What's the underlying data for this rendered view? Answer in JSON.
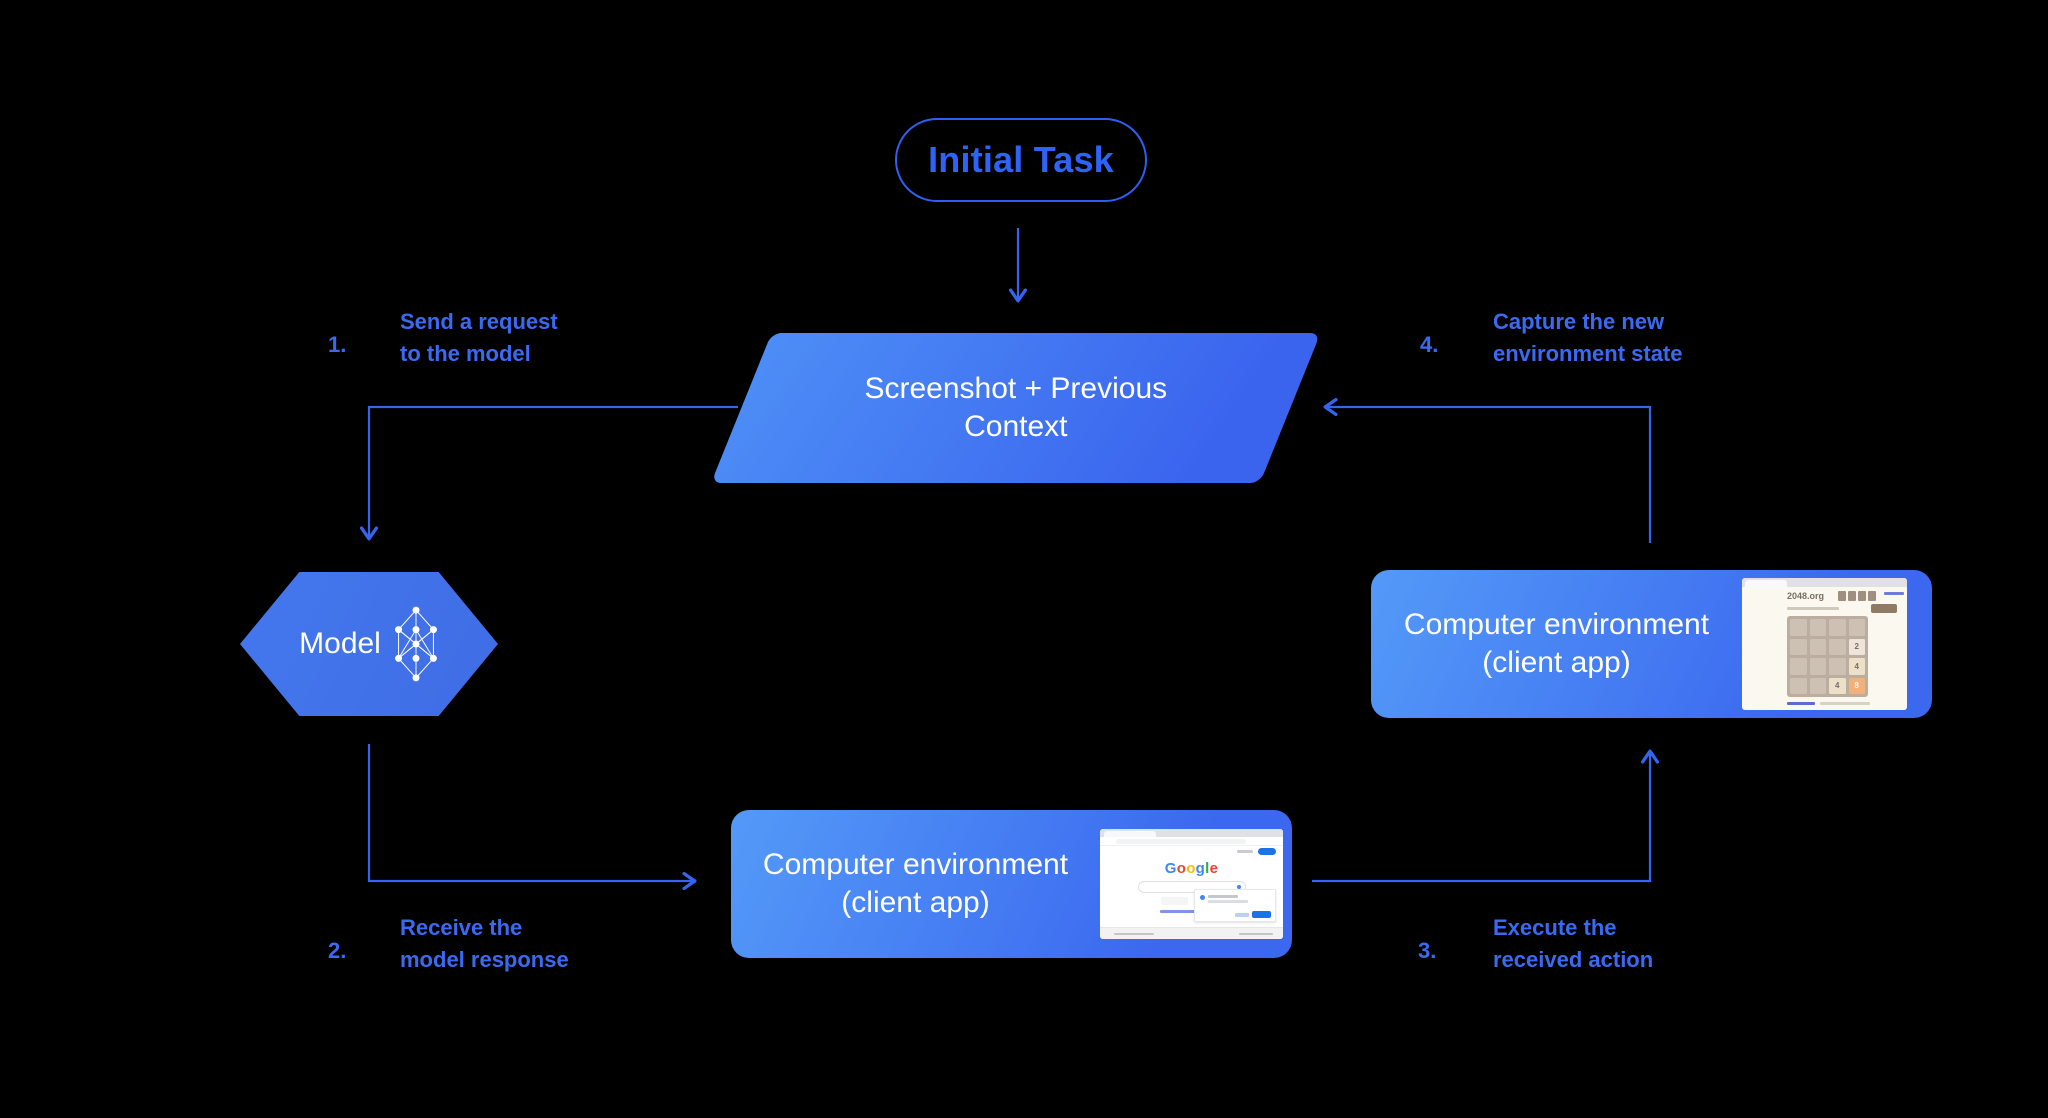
{
  "title_node": {
    "label": "Initial Task"
  },
  "context_node": {
    "line1": "Screenshot + Previous",
    "line2": "Context"
  },
  "model_node": {
    "label": "Model"
  },
  "client_right": {
    "line1": "Computer environment",
    "line2": "(client app)"
  },
  "client_bottom": {
    "line1": "Computer environment",
    "line2": "(client app)"
  },
  "steps": [
    {
      "num": "1.",
      "line1": "Send a request",
      "line2": "to the model"
    },
    {
      "num": "2.",
      "line1": "Receive the",
      "line2": "model response"
    },
    {
      "num": "3.",
      "line1": "Execute the",
      "line2": "received action"
    },
    {
      "num": "4.",
      "line1": "Capture the new",
      "line2": "environment state"
    }
  ],
  "thumb_2048": {
    "site": "2048.org",
    "tiles": [
      "2",
      "4",
      "4",
      "8"
    ]
  },
  "thumb_google": {
    "letters": [
      "G",
      "o",
      "o",
      "g",
      "l",
      "e"
    ],
    "letter_colors": [
      "#4285F4",
      "#EA4335",
      "#FBBC05",
      "#4285F4",
      "#34A853",
      "#EA4335"
    ]
  },
  "colors": {
    "background": "#000000",
    "arrow_line": "#3565f0",
    "label_text": "#3b6af2",
    "pill_outline": "#2e5ff2",
    "node_gradient_start": "#549af8",
    "node_gradient_end": "#3b68ef",
    "hexagon_fill": "#4273e9",
    "board": "#bbada0",
    "tile_2": "#eee4da",
    "tile_4": "#ede0c8",
    "tile_8": "#f2b179",
    "google_blue_button": "#1a73e8"
  }
}
